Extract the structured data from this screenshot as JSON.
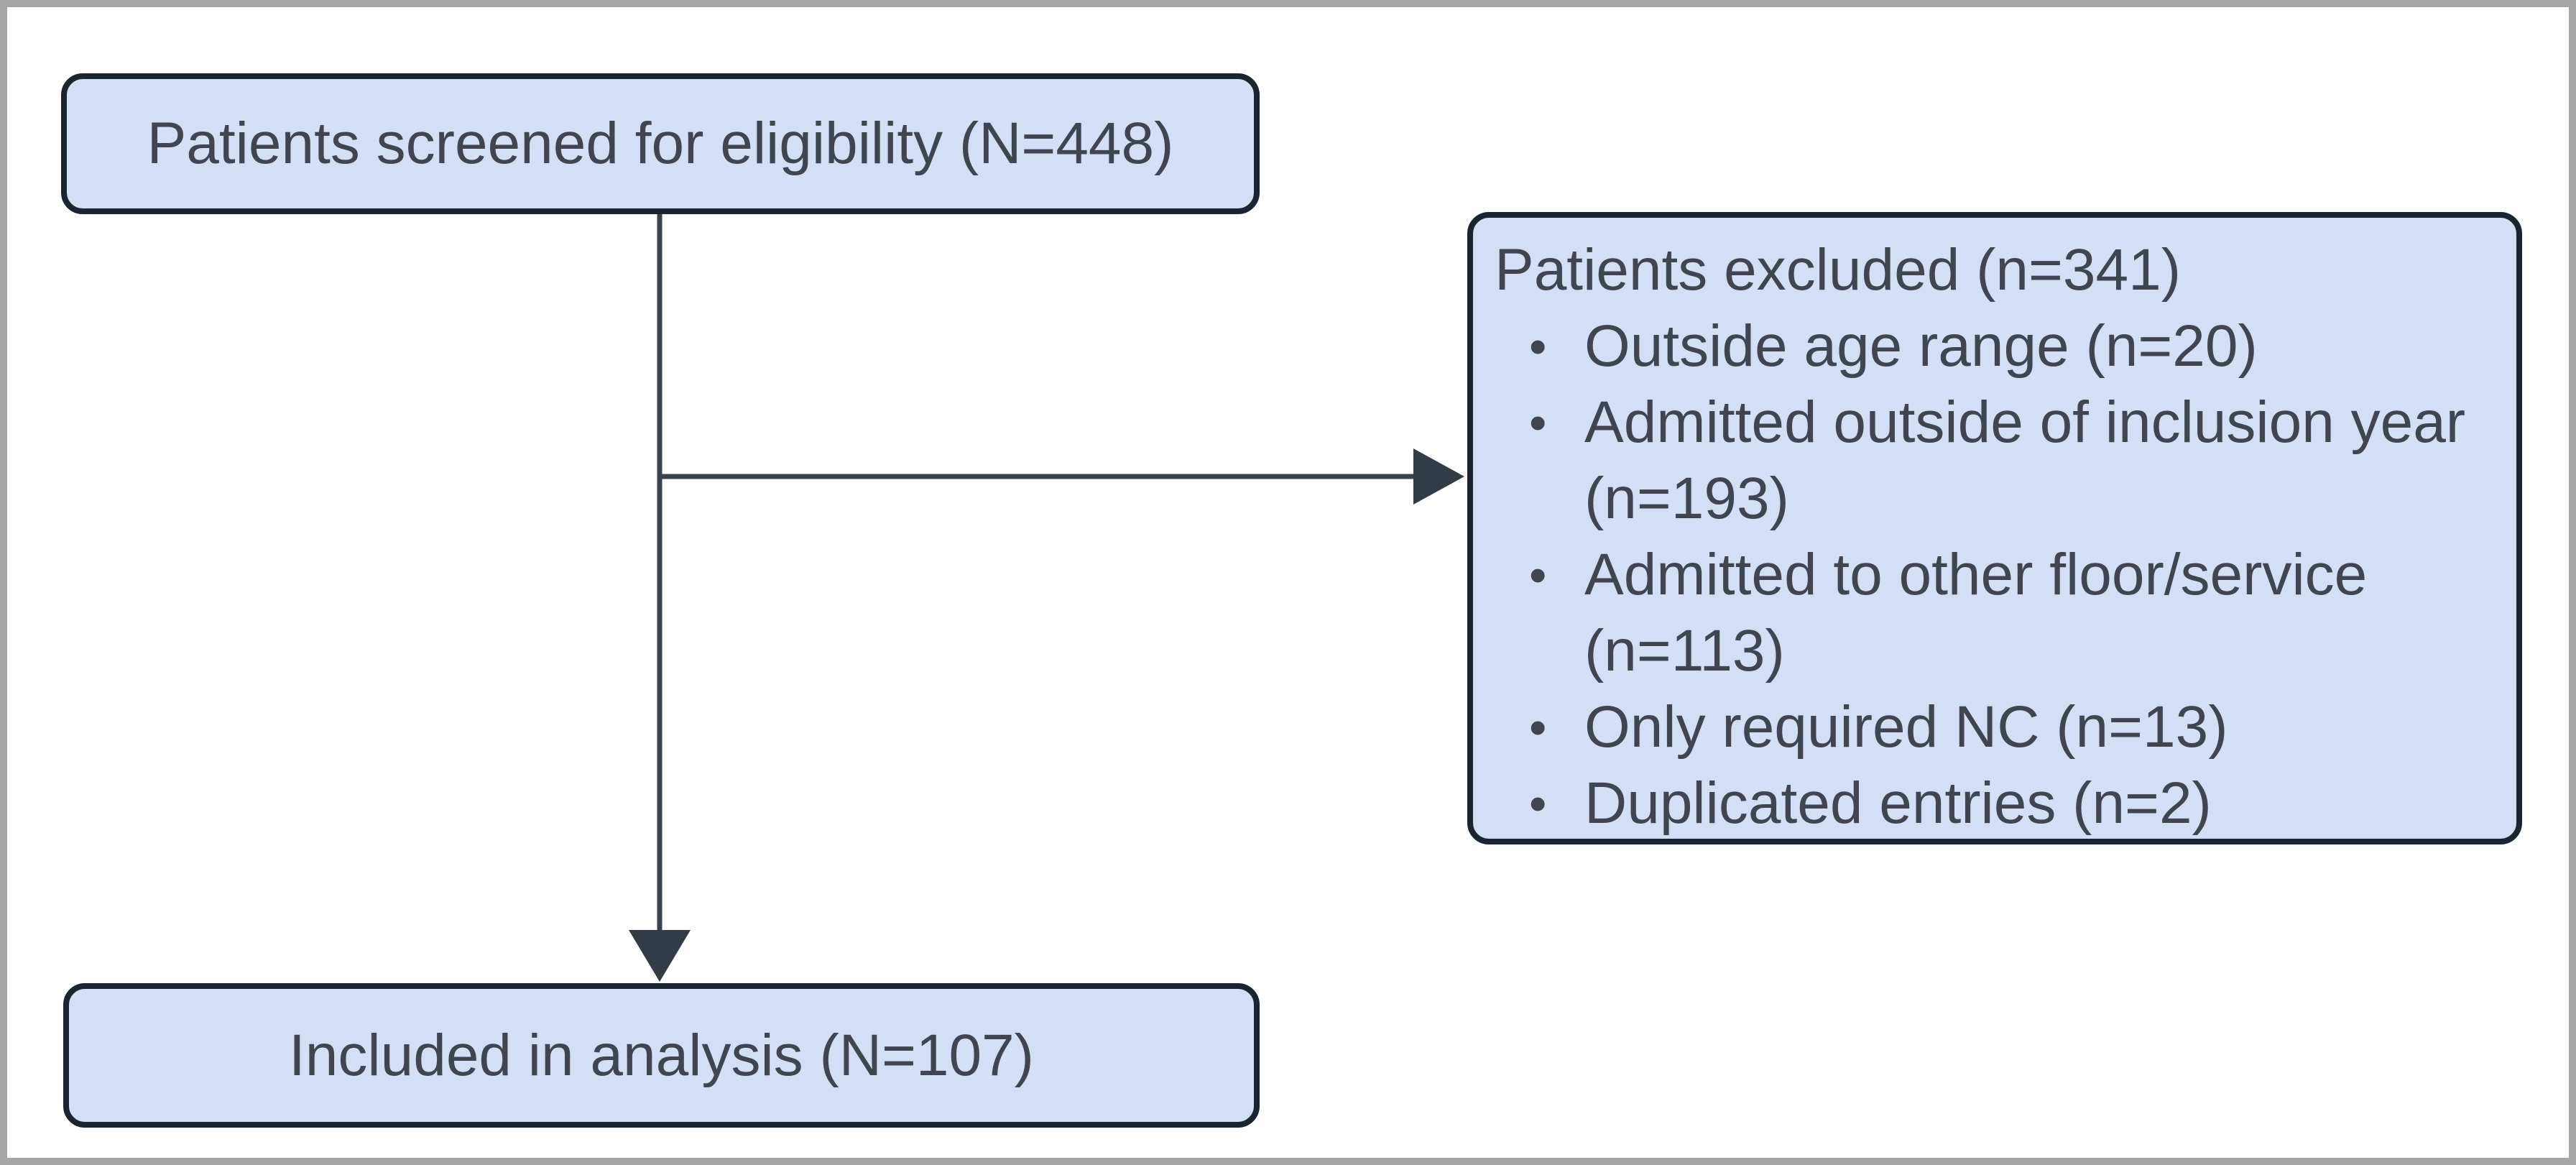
{
  "flowchart": {
    "bullet_glyph": "•",
    "screened": {
      "label": "Patients screened for eligibility (N=448)"
    },
    "excluded": {
      "title": "Patients excluded (n=341)",
      "items": [
        "Outside age range (n=20)",
        "Admitted outside of inclusion year (n=193)",
        "Admitted to other floor/service (n=113)",
        "Only required NC (n=13)",
        "Duplicated entries (n=2)"
      ]
    },
    "included": {
      "label": "Included in analysis (N=107)"
    },
    "colors": {
      "box_fill": "#d3dff4",
      "box_border": "#1b2530",
      "connector": "#3a424c",
      "arrowhead": "#333b46",
      "text": "#3f4651",
      "frame_border": "#a6a6a6"
    }
  }
}
